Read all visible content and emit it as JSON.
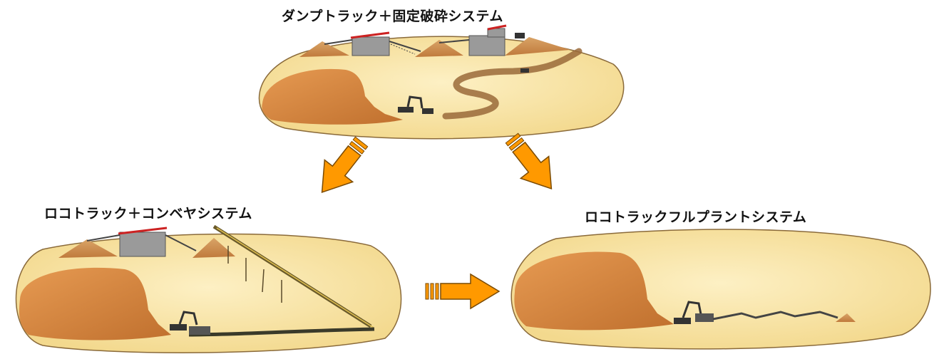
{
  "diagram": {
    "top_system": {
      "title": "ダンプトラック＋固定破砕システム"
    },
    "left_system": {
      "title": "ロコトラック＋コンベヤシステム"
    },
    "right_system": {
      "title": "ロコトラックフルプラントシステム"
    },
    "colors": {
      "ground": "#f8e4a8",
      "ground_edge": "#8a6a3a",
      "rock": "#d98a3e",
      "rock_dark": "#b8682a",
      "arrow": "#ff9900",
      "arrow_edge": "#7a4a00",
      "plant": "#9a9a9a",
      "roof": "#cc2222",
      "conveyor": "#6a5a2a",
      "machine": "#333333"
    }
  }
}
